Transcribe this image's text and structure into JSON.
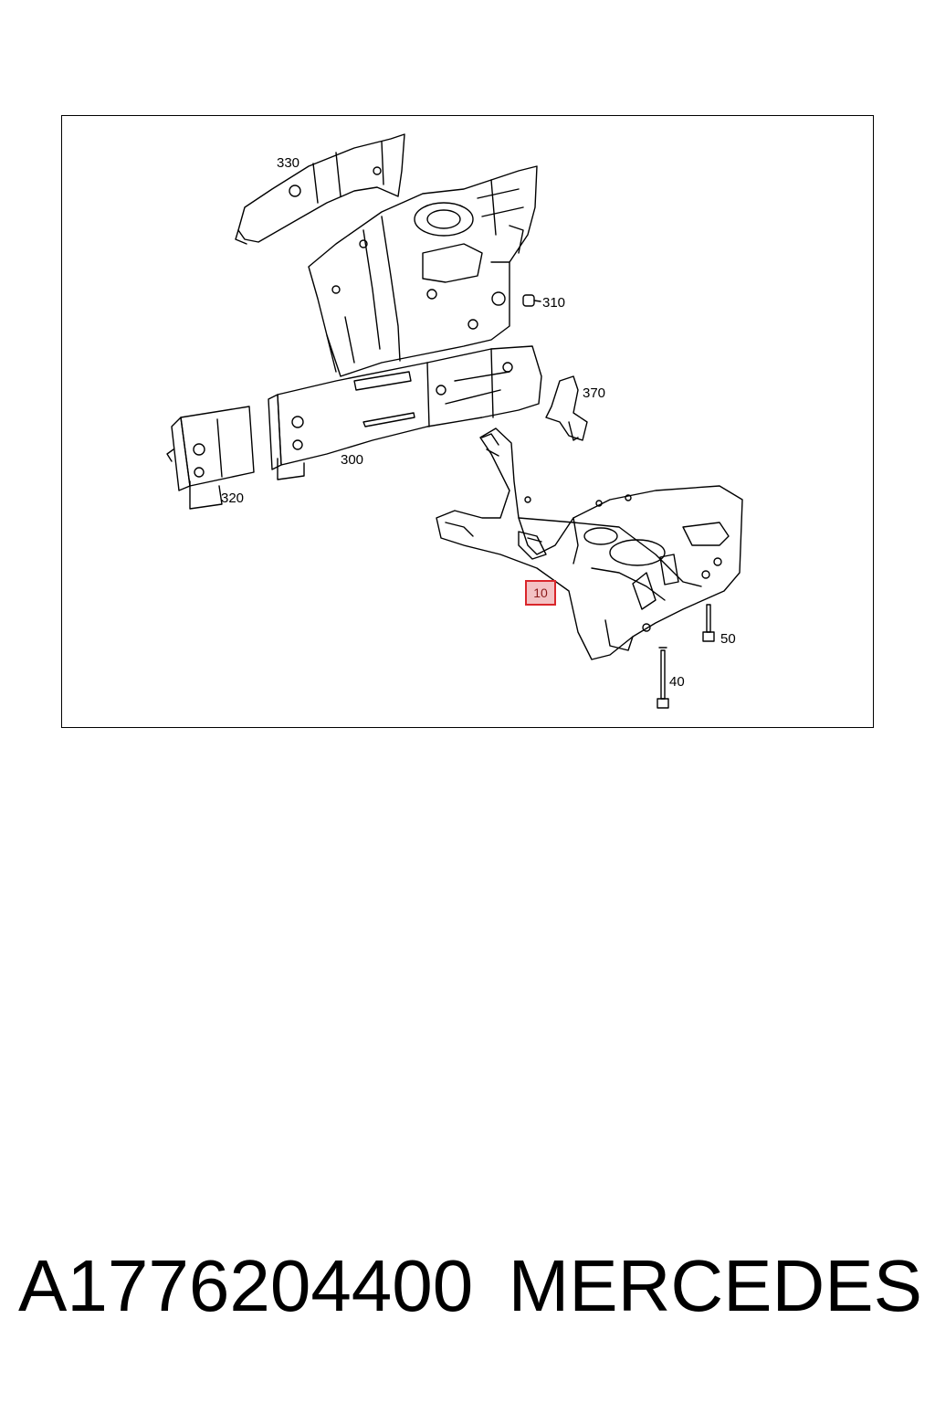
{
  "diagram": {
    "callouts": {
      "c330": "330",
      "c310": "310",
      "c370": "370",
      "c300": "300",
      "c320": "320",
      "c10": "10",
      "c50": "50",
      "c40": "40"
    },
    "highlight_color": "#d9262b",
    "highlight_fill": "#f3c2c4"
  },
  "footer": {
    "part_number": "A1776204400",
    "brand": "MERCEDES"
  }
}
